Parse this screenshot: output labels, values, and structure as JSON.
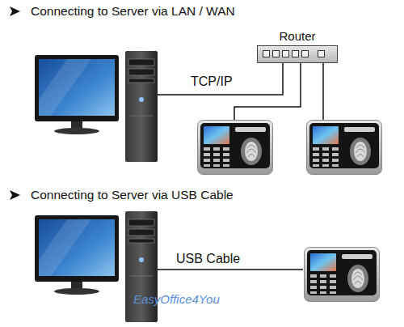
{
  "diagram": {
    "nodes": [
      {
        "text": [
          "Router"
        ]
      }
    ],
    "labels": [
      "Connecting to Server via LAN / WAN",
      "TCP/IP",
      "Connecting to Server via USB Cable",
      "USB Cable",
      "EasyOffice4You"
    ]
  }
}
